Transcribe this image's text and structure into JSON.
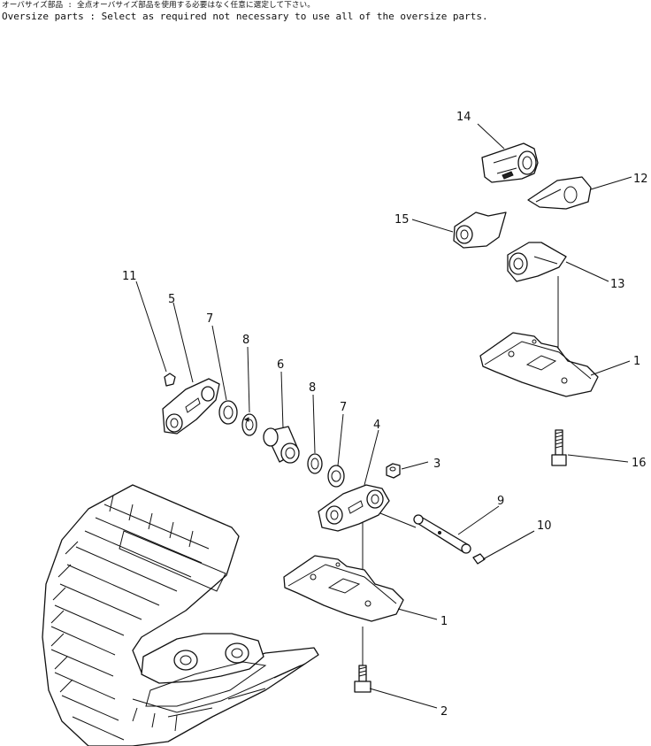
{
  "header": {
    "note_jp": "オーバサイズ部品 : 全点オーバサイズ部品を使用する必要はなく任意に選定して下さい。",
    "note_en": "Oversize parts : Select as required not necessary to use all of the oversize parts."
  },
  "callouts": [
    {
      "id": "c14",
      "label": "14"
    },
    {
      "id": "c12",
      "label": "12"
    },
    {
      "id": "c15",
      "label": "15"
    },
    {
      "id": "c13",
      "label": "13"
    },
    {
      "id": "c11",
      "label": "11"
    },
    {
      "id": "c5",
      "label": "5"
    },
    {
      "id": "c7a",
      "label": "7"
    },
    {
      "id": "c8a",
      "label": "8"
    },
    {
      "id": "c6",
      "label": "6"
    },
    {
      "id": "c8b",
      "label": "8"
    },
    {
      "id": "c7b",
      "label": "7"
    },
    {
      "id": "c4",
      "label": "4"
    },
    {
      "id": "c3",
      "label": "3"
    },
    {
      "id": "c9",
      "label": "9"
    },
    {
      "id": "c10",
      "label": "10"
    },
    {
      "id": "c1a",
      "label": "1"
    },
    {
      "id": "c16",
      "label": "16"
    },
    {
      "id": "c1b",
      "label": "1"
    },
    {
      "id": "c2",
      "label": "2"
    }
  ]
}
